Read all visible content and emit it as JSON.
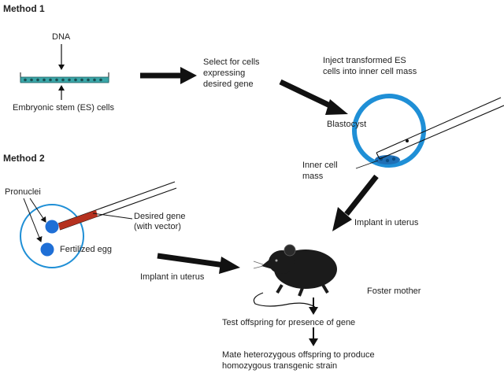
{
  "method1": {
    "heading": "Method 1",
    "dna": "DNA",
    "es_cells": "Embryonic stem (ES) cells",
    "select": "Select for cells expressing desired gene",
    "inject": "Inject transformed ES cells into inner cell mass",
    "blastocyst": "Blastocyst",
    "inner_cell_mass": "Inner cell mass"
  },
  "method2": {
    "heading": "Method 2",
    "pronuclei": "Pronuclei",
    "desired_gene": "Desired gene",
    "with_vector": "(with vector)",
    "fertilized_egg": "Fertilized egg",
    "implant_left": "Implant in uterus"
  },
  "shared": {
    "implant_right": "Implant in uterus",
    "foster_mother": "Foster mother",
    "test": "Test offspring for presence of gene",
    "mate_line1": "Mate heterozygous offspring to produce",
    "mate_line2": "homozygous transgenic strain"
  },
  "colors": {
    "cell_blue": "#1f8fd6",
    "plate_teal": "#3aa6a8",
    "gene_red": "#b5311f",
    "ink": "#111111"
  }
}
